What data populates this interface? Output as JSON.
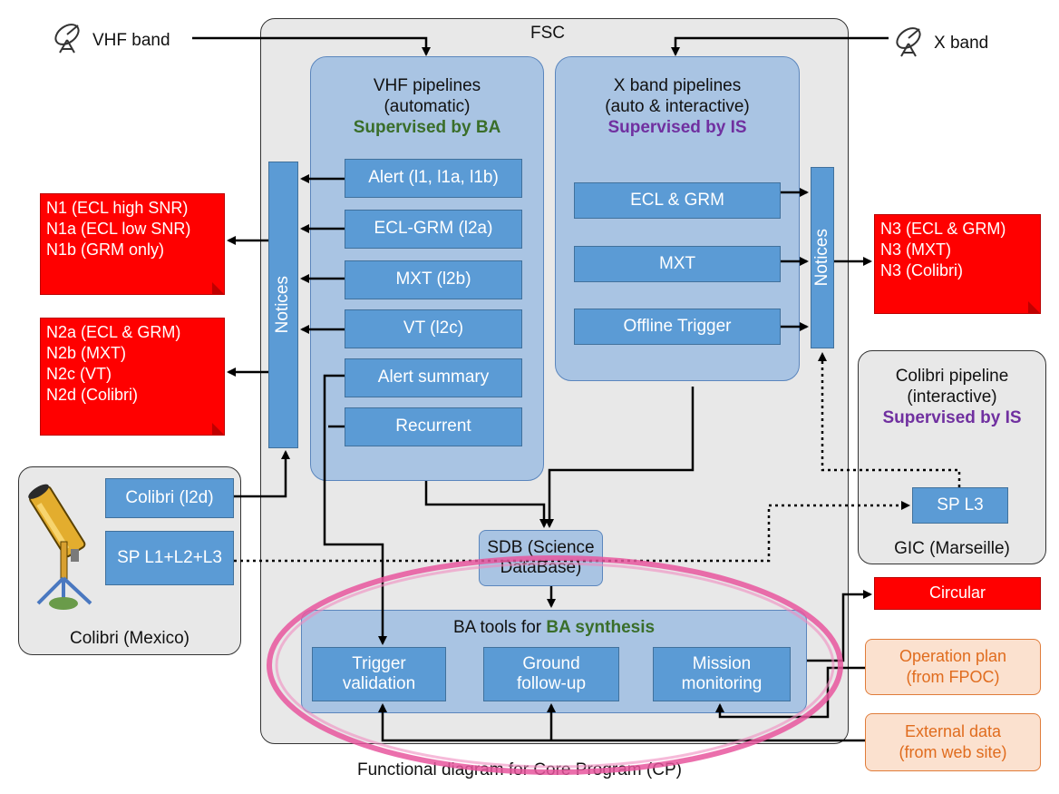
{
  "diagram": {
    "caption": "Functional diagram for Core Program (CP)",
    "fsc": {
      "label": "FSC"
    },
    "inputs": {
      "vhf": "VHF band",
      "xband": "X band"
    },
    "vhf_pipeline": {
      "title_line1": "VHF pipelines",
      "title_line2": "(automatic)",
      "supervisor": "Supervised by BA",
      "items": [
        "Alert (l1, l1a, l1b)",
        "ECL-GRM (l2a)",
        "MXT (l2b)",
        "VT (l2c)",
        "Alert summary",
        "Recurrent"
      ]
    },
    "xband_pipeline": {
      "title_line1": "X band pipelines",
      "title_line2": "(auto & interactive)",
      "supervisor": "Supervised by IS",
      "items": [
        "ECL & GRM",
        "MXT",
        "Offline Trigger"
      ]
    },
    "notices_label": "Notices",
    "notes_n1": [
      "N1 (ECL high SNR)",
      "N1a (ECL low SNR)",
      "N1b (GRM only)"
    ],
    "notes_n2": [
      "N2a (ECL & GRM)",
      "N2b (MXT)",
      "N2c (VT)",
      "N2d (Colibri)"
    ],
    "notes_n3": [
      "N3 (ECL & GRM)",
      "N3 (MXT)",
      "N3 (Colibri)"
    ],
    "colibri_mexico": {
      "label": "Colibri (Mexico)",
      "box1": "Colibri (l2d)",
      "box2": "SP L1+L2+L3"
    },
    "gic": {
      "title_line1": "Colibri pipeline",
      "title_line2": "(interactive)",
      "supervisor": "Supervised by IS",
      "box": "SP L3",
      "label": "GIC (Marseille)"
    },
    "sdb": {
      "line1": "SDB (Science",
      "line2": "DataBase)"
    },
    "ba_tools": {
      "title_prefix": "BA tools for ",
      "title_highlight": "BA synthesis",
      "items": [
        {
          "line1": "Trigger",
          "line2": "validation"
        },
        {
          "line1": "Ground",
          "line2": "follow-up"
        },
        {
          "line1": "Mission",
          "line2": "monitoring"
        }
      ]
    },
    "circular": "Circular",
    "operation_plan": {
      "line1": "Operation plan",
      "line2": "(from FPOC)"
    },
    "external_data": {
      "line1": "External data",
      "line2": "(from web site)"
    },
    "colors": {
      "pipeline_box": "#5b9bd5",
      "pipeline_panel": "#a9c4e3",
      "note": "#ff0000",
      "highlight": "#e8569e",
      "orange": "#e06c1e"
    }
  }
}
